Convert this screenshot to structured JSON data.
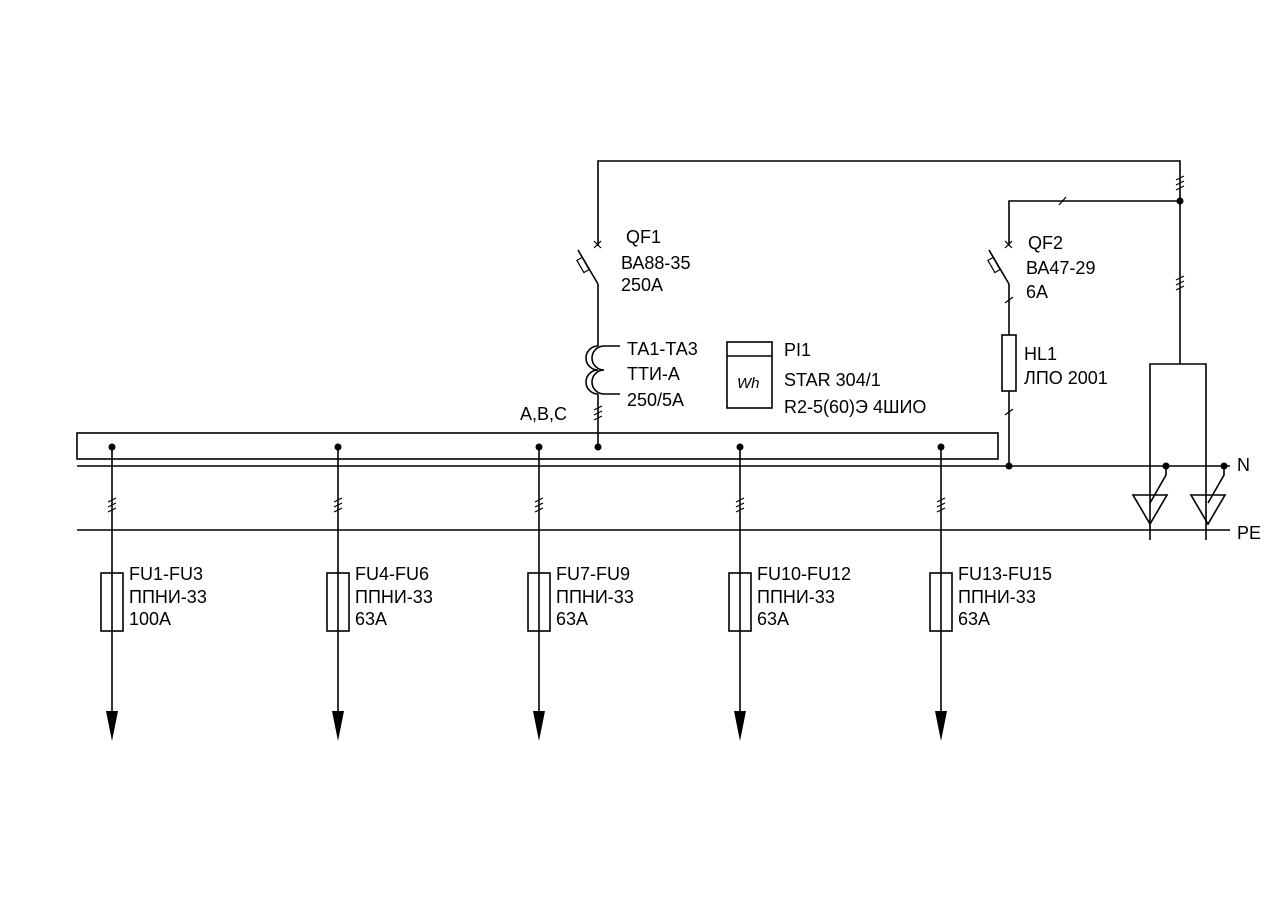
{
  "qf1": {
    "designation": "QF1",
    "type": "ВА88-35",
    "rating": "250А"
  },
  "qf2": {
    "designation": "QF2",
    "type": "ВА47-29",
    "rating": "6А"
  },
  "ta": {
    "designation": "ТА1-ТА3",
    "type": "ТТИ-А",
    "ratio": "250/5А"
  },
  "pi1": {
    "designation": "PI1",
    "model": "STAR 304/1",
    "spec": "R2-5(60)Э 4ШИО",
    "symbol": "Wh"
  },
  "hl1": {
    "designation": "HL1",
    "type": "ЛПО 2001"
  },
  "bus_label": "A,B,C",
  "neutral_label": "N",
  "pe_label": "PE",
  "fuses": [
    {
      "designation": "FU1-FU3",
      "type": "ППНИ-33",
      "rating": "100А"
    },
    {
      "designation": "FU4-FU6",
      "type": "ППНИ-33",
      "rating": "63А"
    },
    {
      "designation": "FU7-FU9",
      "type": "ППНИ-33",
      "rating": "63А"
    },
    {
      "designation": "FU10-FU12",
      "type": "ППНИ-33",
      "rating": "63А"
    },
    {
      "designation": "FU13-FU15",
      "type": "ППНИ-33",
      "rating": "63А"
    }
  ]
}
